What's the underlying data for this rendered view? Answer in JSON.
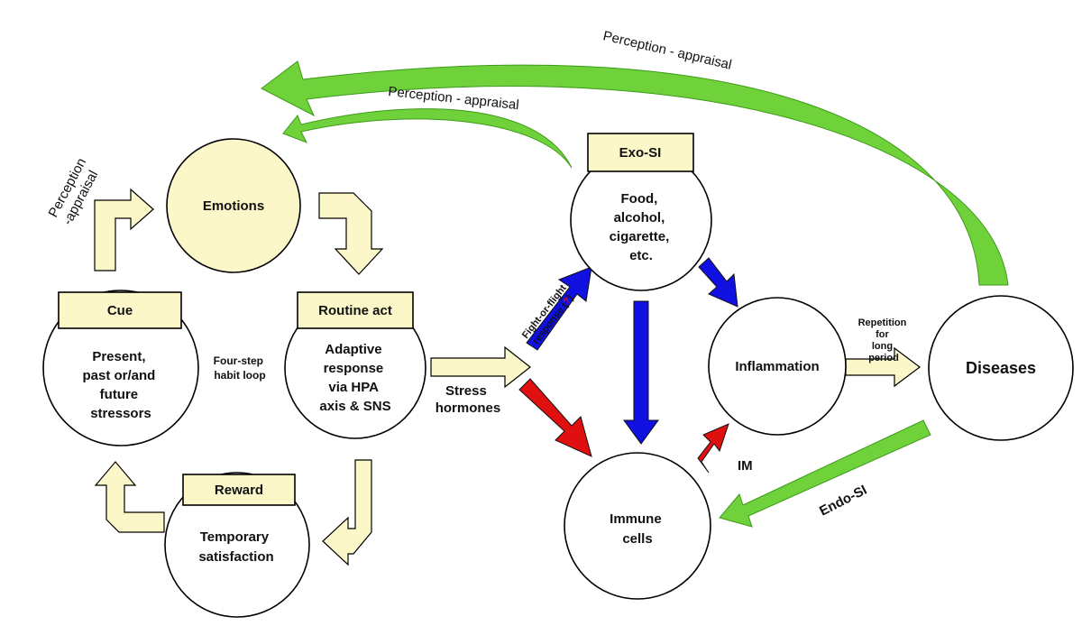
{
  "nodes": {
    "emotions": {
      "label": "Emotions"
    },
    "cue": {
      "tag": "Cue",
      "lines": [
        "Present,",
        "past or/and",
        "future",
        "stressors"
      ]
    },
    "routine": {
      "tag": "Routine act",
      "lines": [
        "Adaptive",
        "response",
        "via HPA",
        "axis & SNS"
      ]
    },
    "reward": {
      "tag": "Reward",
      "lines": [
        "Temporary",
        "satisfaction"
      ]
    },
    "exo": {
      "tag": "Exo-SI",
      "lines": [
        "Food,",
        "alcohol,",
        "cigarette,",
        "etc."
      ]
    },
    "inflammation": {
      "label": "Inflammation"
    },
    "immune": {
      "lines": [
        "Immune",
        "cells"
      ]
    },
    "diseases": {
      "label": "Diseases"
    }
  },
  "labels": {
    "habit_loop": [
      "Four-step",
      "habit loop"
    ],
    "stress_hormones": [
      "Stress",
      "hormones"
    ],
    "fight_flight": [
      "Fight-or-flight",
      "response ("
    ],
    "fight_flight_q": "?",
    "fight_flight_end": ")",
    "repetition": [
      "Repetition",
      "for",
      "long",
      "period"
    ],
    "im": "IM",
    "endo_si": "Endo-SI",
    "perception_left": [
      "Perception",
      "-appraisal"
    ],
    "perception_inner": "Perception - appraisal",
    "perception_outer": "Perception - appraisal"
  },
  "colors": {
    "cream": "#fbf7c9",
    "blue": "#1010e0",
    "red": "#e01010",
    "green": "#6fd23a"
  }
}
